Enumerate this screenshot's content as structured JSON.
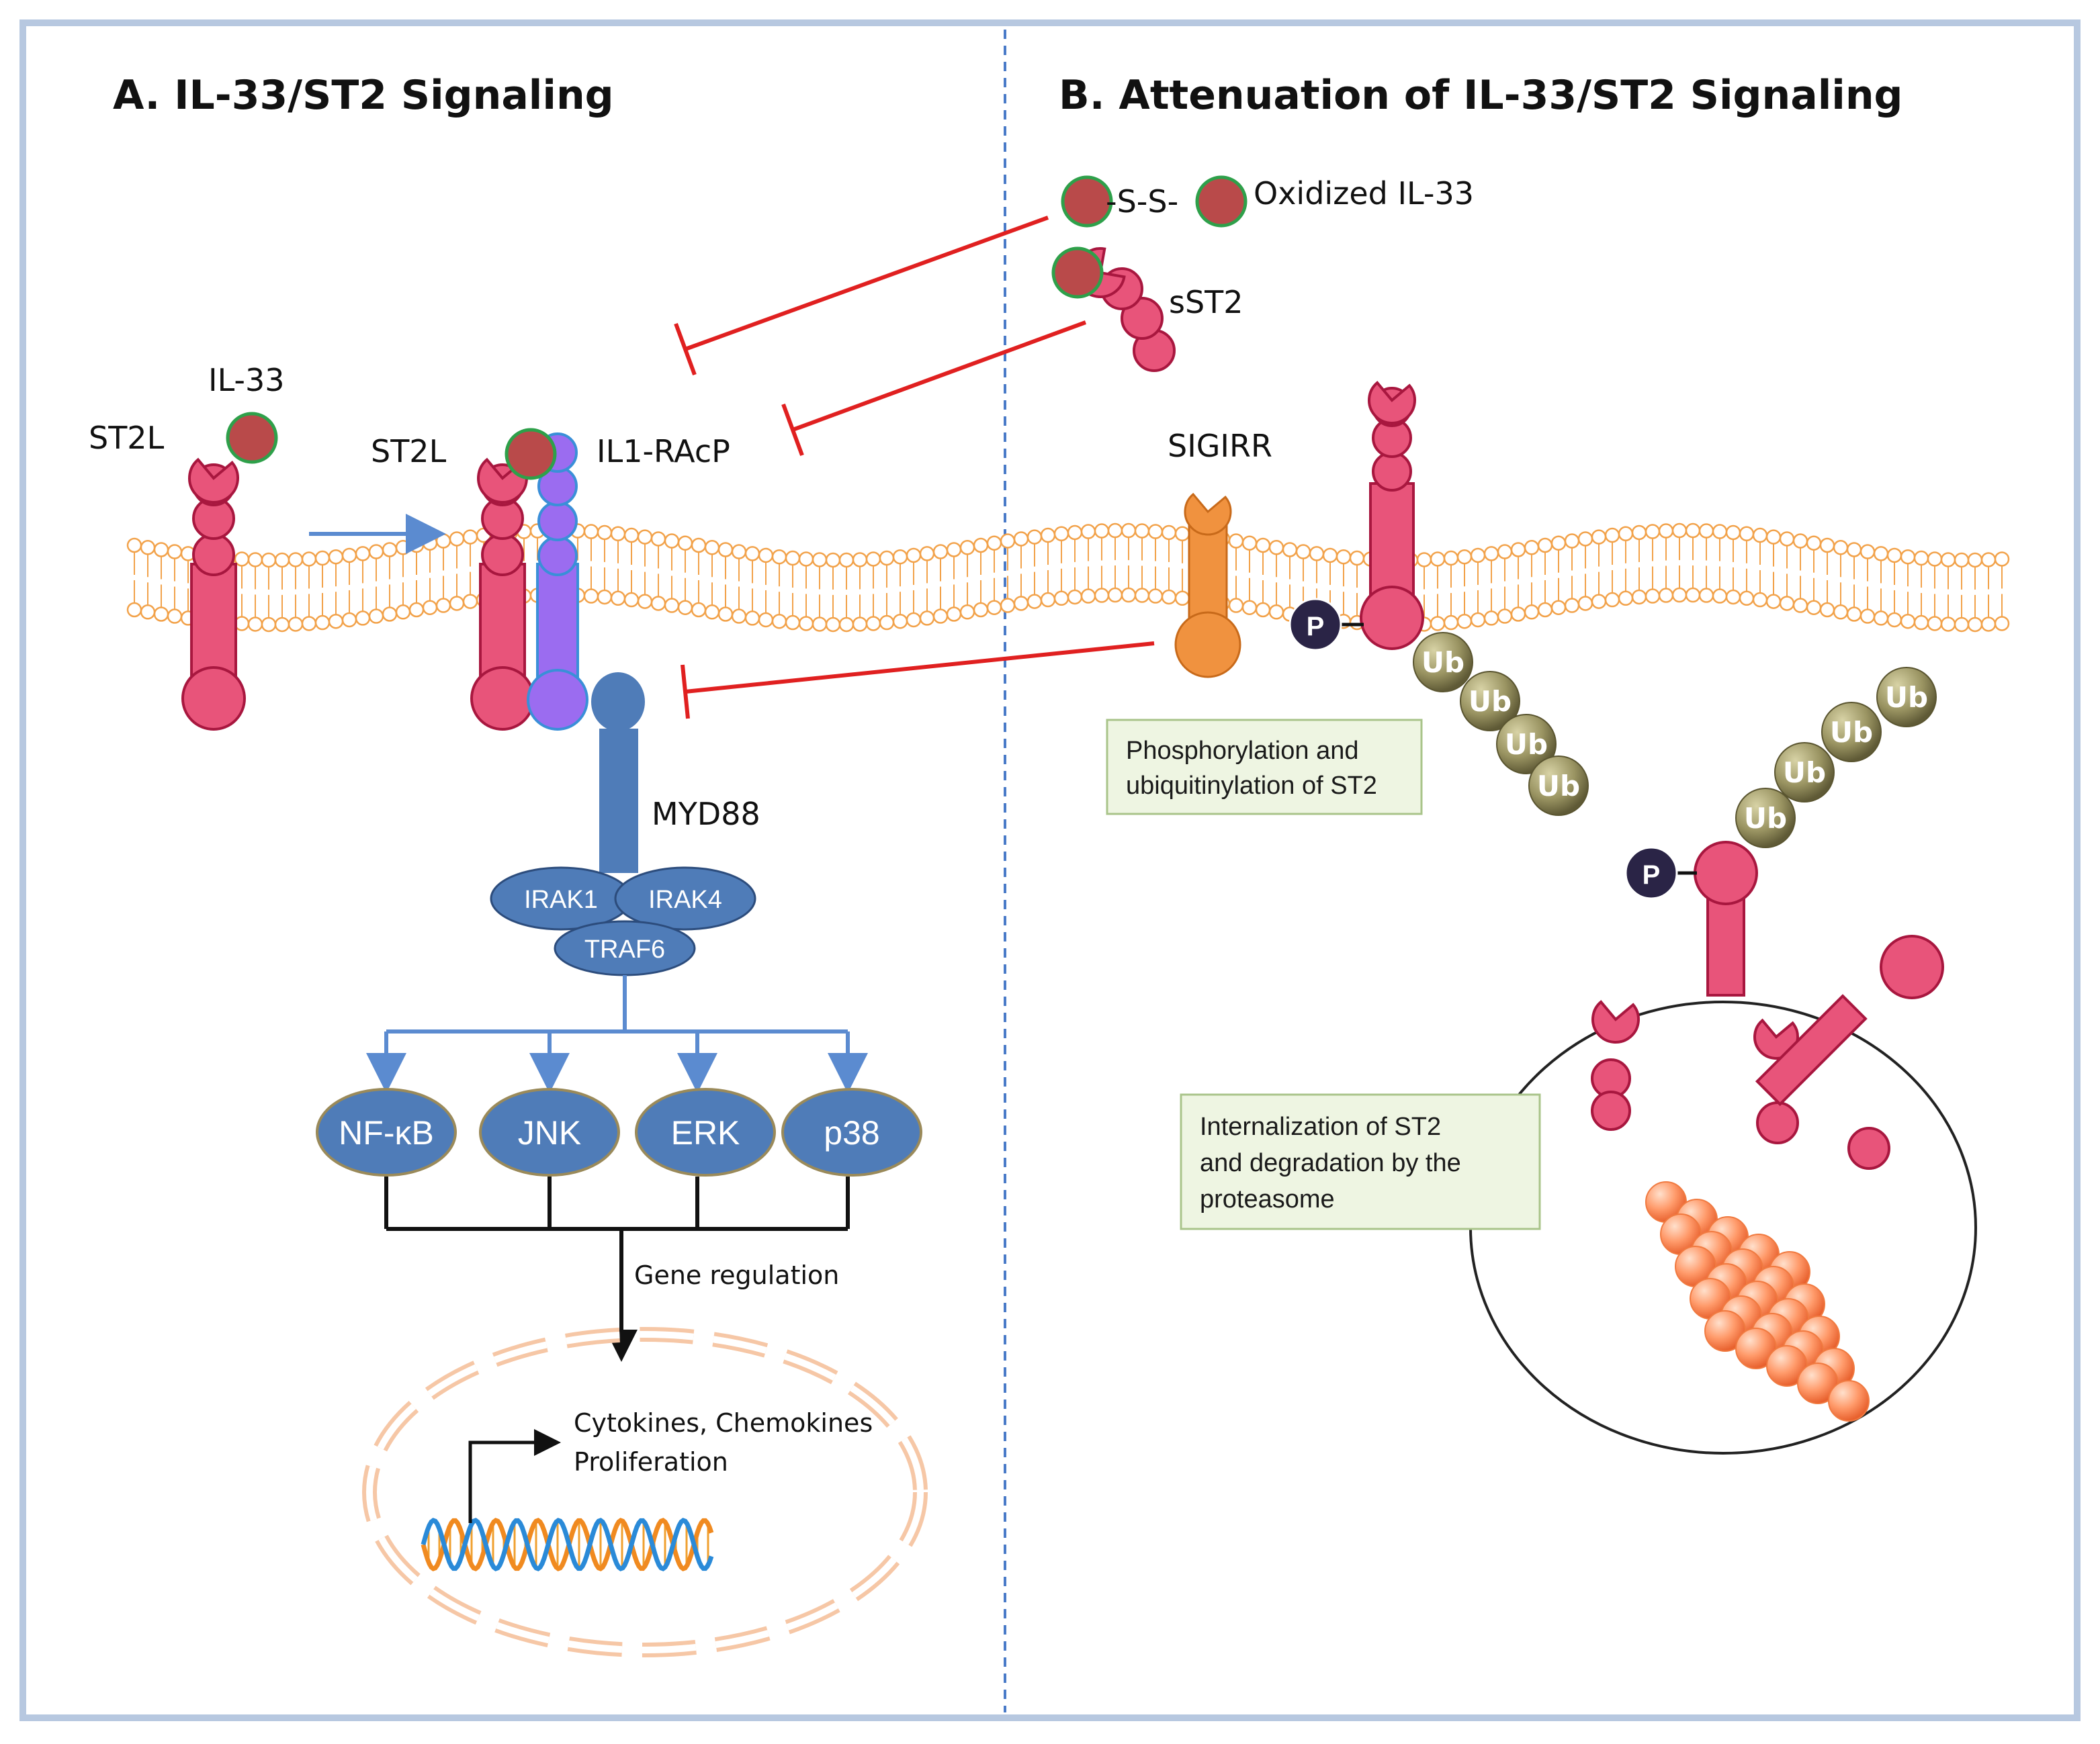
{
  "panel_a": {
    "title": "A. IL-33/ST2 Signaling",
    "il33_label": "IL-33",
    "st2l_left_label": "ST2L",
    "st2l_complex_label": "ST2L",
    "il1racp_label": "IL1-RAcP",
    "myd88_label": "MYD88",
    "irak1_label": "IRAK1",
    "irak4_label": "IRAK4",
    "traf6_label": "TRAF6",
    "kinases": [
      "NF-κB",
      "JNK",
      "ERK",
      "p38"
    ],
    "gene_regulation_label": "Gene regulation",
    "output_line1": "Cytokines, Chemokines",
    "output_line2": "Proliferation"
  },
  "panel_b": {
    "title": "B. Attenuation of IL-33/ST2 Signaling",
    "oxidized_bond": "-S-S-",
    "oxidized_label": "Oxidized IL-33",
    "sst2_label": "sST2",
    "sigirr_label": "SIGIRR",
    "phospho_box_line1": "Phosphorylation and",
    "phospho_box_line2": "ubiquitinylation of ST2",
    "internal_box_line1": "Internalization of ST2",
    "internal_box_line2": "and degradation by the",
    "internal_box_line3": "proteasome",
    "p_label": "P",
    "ub_label": "Ub"
  },
  "colors": {
    "st2_pink": "#e8547a",
    "il33_red": "#b94a4a",
    "il33_ring": "#2ea04a",
    "il1racp_purple": "#9b6cf0",
    "myd88_blue": "#4f7cb8",
    "sigirr_orange": "#f0923f",
    "inhibit_red": "#e02020",
    "membrane_orange": "#f2a24a",
    "ub_olive": "#8c8656",
    "p_navy": "#2a2446",
    "box_green": "#eef5e2",
    "frame_blue": "#b7c8e0"
  }
}
